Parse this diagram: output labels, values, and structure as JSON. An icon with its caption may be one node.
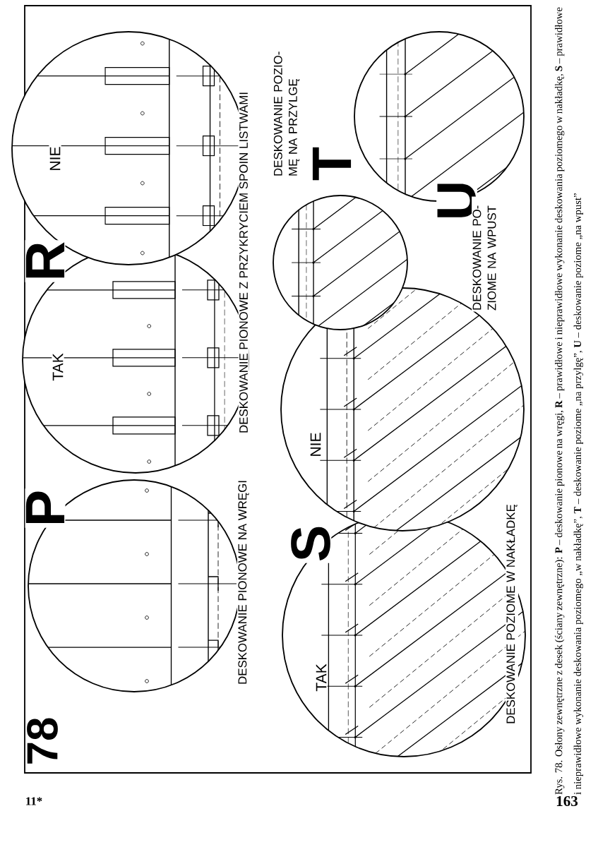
{
  "diagram": {
    "caption": "Rys. 78. Osłony zewnętrzne z desek (ściany zewnętrzne): **P** – deskowanie pionowe na wręgi, **R** – prawidłowe i nieprawidłowe wykonanie deskowania poziomego w nakładkę, **S** – prawidłowe i nieprawidłowe wykonanie deskowania poziomego „w nakładkę”, **T** – deskowanie poziome „na przylgę”, **U** – deskowanie poziome „na wpust”",
    "labels": [
      "78",
      "P",
      "DESKOWANIE PIONOWE NA WRĘGI",
      "TAK",
      "R",
      "NIE",
      "DESKOWANIE PIONOWE Z PRZYKRYCIEM SPOIN LISTWAMI",
      "TAK",
      "S",
      "NIE",
      "DESKOWANIE POZIOME W NAKŁADKĘ",
      "DESKOWANIE POZIO- MĘ NA PRZYLGĘ",
      "T",
      "U",
      "DESKOWANIE PO- ZIOME NA WPUST",
      "11*",
      "163"
    ]
  }
}
